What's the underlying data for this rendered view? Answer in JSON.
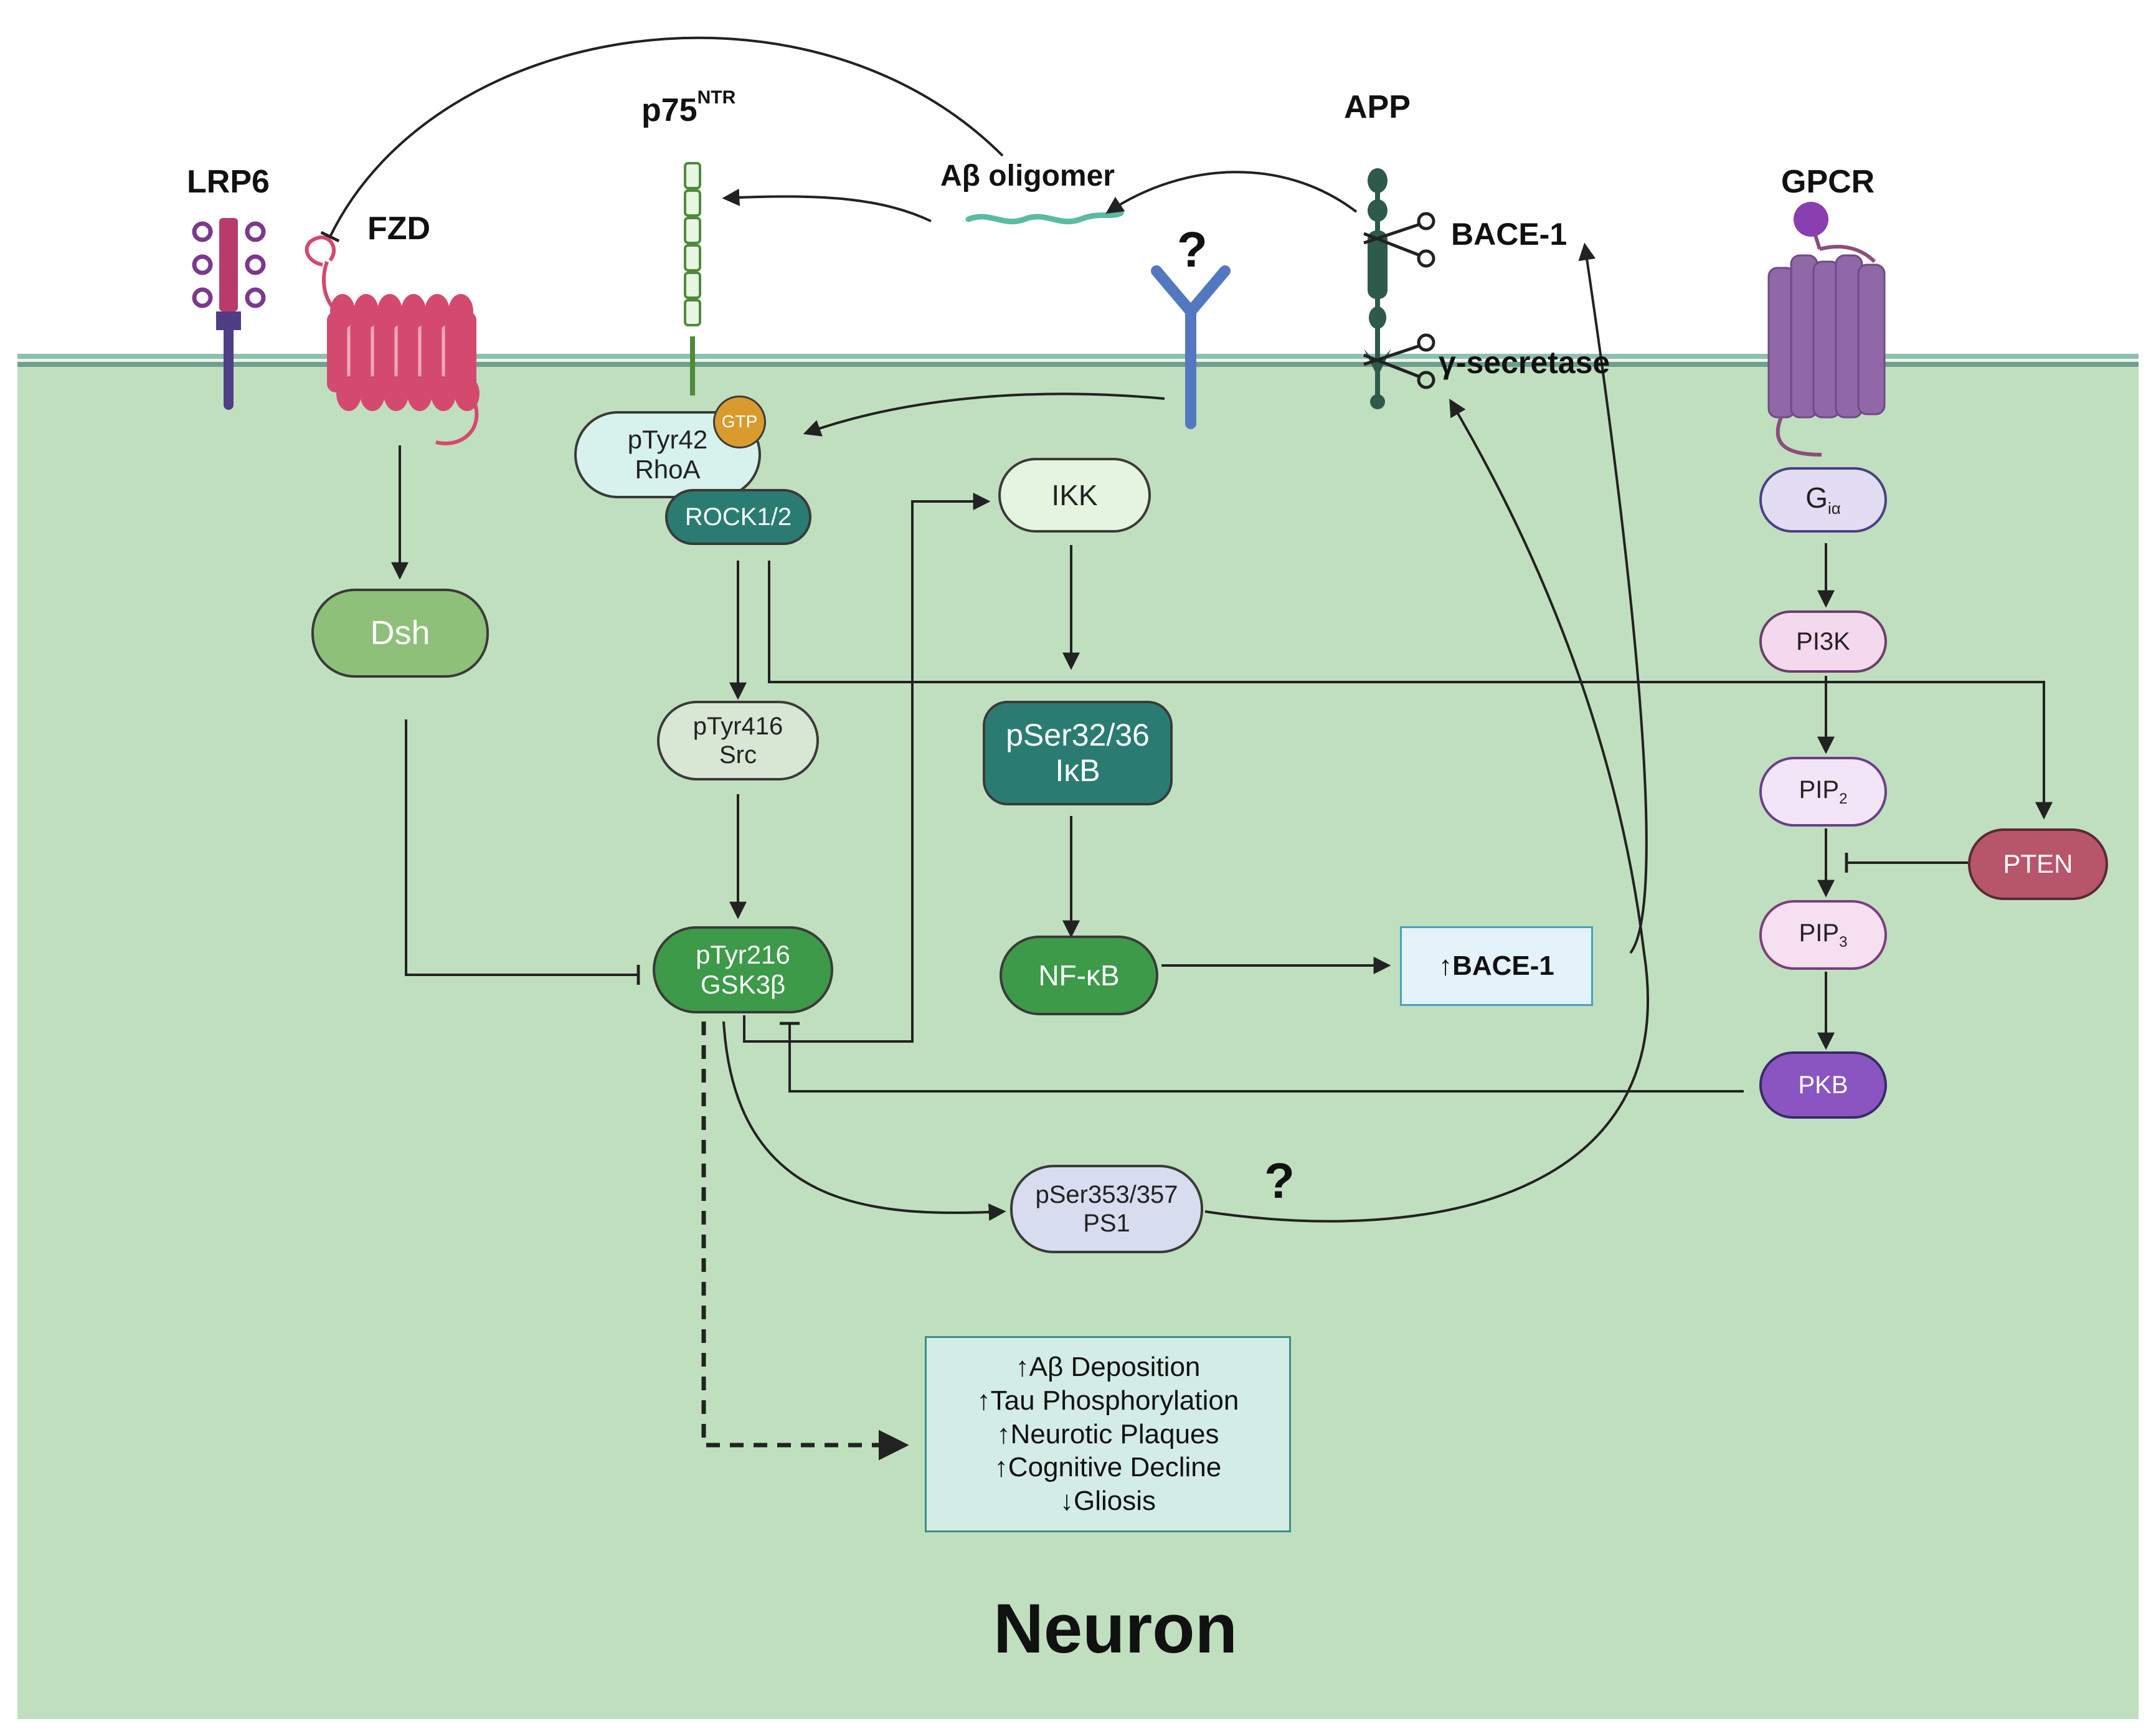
{
  "colors": {
    "cytoplasm": "#c0dfbe",
    "membrane": "#7aab98",
    "frizzled": "#d44a6e",
    "lrp6": "#b93a6c",
    "lrp6_stalk": "#4f3d86",
    "p75": "#9cd49a",
    "receptor": "#5478c0",
    "app": "#2d5a4a",
    "gpcr": "#9068a8",
    "oligomer": "#5bbba0",
    "teal_dark": "#2a7c72",
    "green_mid": "#3c9a48",
    "green_light": "#8ec07a",
    "pten": "#b7556b",
    "pkb": "#8a55c0",
    "gtp": "#d99b2d"
  },
  "labels": {
    "lrp6": "LRP6",
    "fzd": "FZD",
    "p75": "p75",
    "p75_sup": "NTR",
    "app": "APP",
    "gpcr": "GPCR",
    "abeta_oligomer": "Aβ oligomer",
    "bace1": "BACE-1",
    "gamma_secretase": "γ-secretase",
    "question_top": "?",
    "question_bottom": "?",
    "neuron": "Neuron"
  },
  "nodes": {
    "dsh": "Dsh",
    "rhoa_line1": "pTyr42",
    "rhoa_line2": "RhoA",
    "gtp": "GTP",
    "rock": "ROCK1/2",
    "src_line1": "pTyr416",
    "src_line2": "Src",
    "gsk_line1": "pTyr216",
    "gsk_line2": "GSK3β",
    "ikk": "IKK",
    "ikb_line1": "pSer32/36",
    "ikb_line2": "IκB",
    "nfkb": "NF-κB",
    "bace_box": "↑BACE-1",
    "ps1_line1": "pSer353/357",
    "ps1_line2": "PS1",
    "gia_main": "G",
    "gia_sub": "iα",
    "pi3k": "PI3K",
    "pip2_main": "PIP",
    "pip2_sub": "2",
    "pip3_main": "PIP",
    "pip3_sub": "3",
    "pten": "PTEN",
    "pkb": "PKB"
  },
  "outcomes": [
    "↑Aβ Deposition",
    "↑Tau Phosphorylation",
    "↑Neurotic Plaques",
    "↑Cognitive Decline",
    "↓Gliosis"
  ]
}
